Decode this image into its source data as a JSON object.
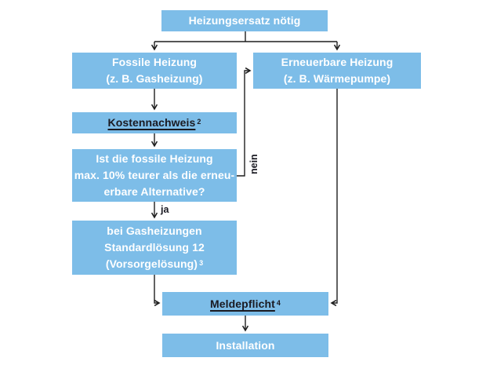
{
  "flowchart": {
    "nodes": {
      "start": {
        "label": "Heizungsersatz nötig"
      },
      "fossil": {
        "lines": [
          "Fossile Heizung",
          "(z. B. Gasheizung)"
        ]
      },
      "renewable": {
        "lines": [
          "Erneuerbare Heizung",
          "(z. B. Wärmepumpe)"
        ]
      },
      "kostennachweis": {
        "label": "Kostennachweis",
        "sup": "2"
      },
      "question": {
        "lines": [
          "Ist die fossile Heizung",
          "max. 10% teurer als die erneu-",
          "erbare Alternative?"
        ]
      },
      "standard": {
        "lines": [
          "bei Gasheizungen",
          "Standardlösung 12",
          "(Vorsorgelösung)"
        ],
        "sup": "3"
      },
      "meldepflicht": {
        "label": "Meldepflicht",
        "sup": "4"
      },
      "installation": {
        "label": "Installation"
      }
    },
    "edge_labels": {
      "ja": "ja",
      "nein": "nein"
    },
    "colors": {
      "box_fill": "#7dbde8",
      "text_light": "#ffffff",
      "text_dark": "#1a1a22",
      "line": "#1f1f1f"
    }
  }
}
